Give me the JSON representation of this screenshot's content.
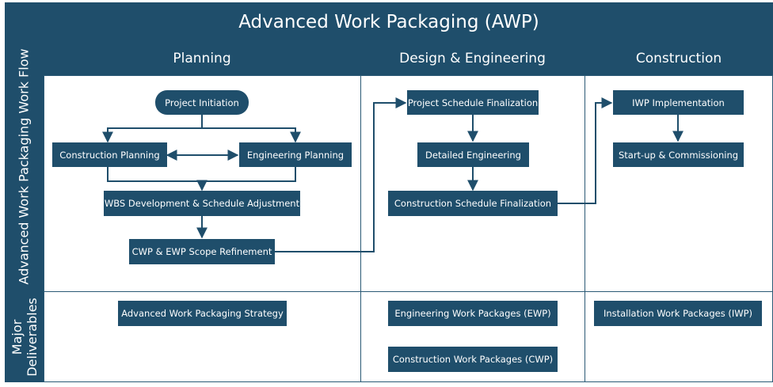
{
  "title": "Advanced Work Packaging (AWP)",
  "phases": [
    "Planning",
    "Design & Engineering",
    "Construction"
  ],
  "rows": {
    "workflow": "Advanced Work Packaging Work Flow",
    "deliverables_line1": "Major",
    "deliverables_line2": "Deliverables"
  },
  "planning": {
    "initiation": "Project Initiation",
    "construction_planning": "Construction Planning",
    "engineering_planning": "Engineering Planning",
    "wbs": "WBS Development & Schedule Adjustment",
    "cwp_ewp": "CWP & EWP Scope Refinement"
  },
  "design": {
    "schedule_final": "Project Schedule Finalization",
    "detailed_engineering": "Detailed Engineering",
    "construction_schedule": "Construction Schedule Finalization"
  },
  "construction": {
    "iwp_impl": "IWP Implementation",
    "startup": "Start-up & Commissioning"
  },
  "deliverables": {
    "awp_strategy": "Advanced Work Packaging Strategy",
    "ewp": "Engineering Work Packages (EWP)",
    "cwp": "Construction Work Packages (CWP)",
    "iwp": "Installation Work Packages (IWP)"
  },
  "colors": {
    "primary": "#1f4e6b",
    "border": "#2b5a75",
    "background": "#ffffff"
  }
}
